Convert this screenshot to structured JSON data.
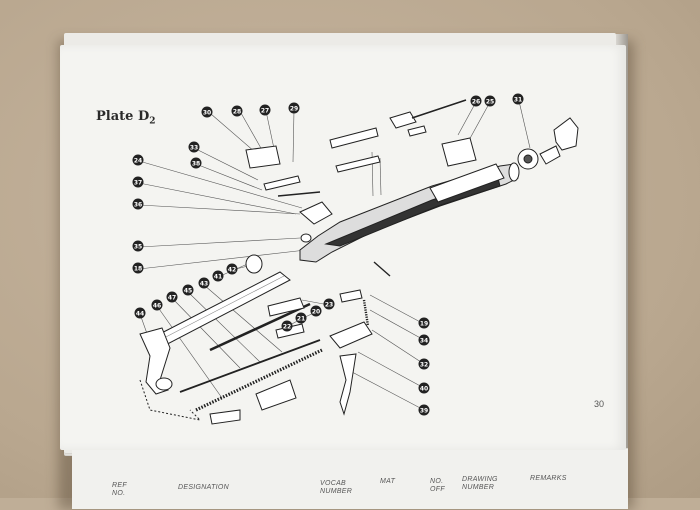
{
  "plate": {
    "title": "Plate D",
    "title_sub": "2",
    "page_number": "30"
  },
  "callouts": [
    "30",
    "28",
    "27",
    "29",
    "26",
    "25",
    "31",
    "33",
    "38",
    "24",
    "37",
    "36",
    "35",
    "18",
    "41",
    "42",
    "43",
    "45",
    "47",
    "46",
    "44",
    "23",
    "22",
    "21",
    "20",
    "19",
    "34",
    "32",
    "40",
    "39"
  ],
  "table_headers": {
    "ref_1": "REF",
    "ref_2": "NO.",
    "designation": "DESIGNATION",
    "vocab_1": "VOCAB",
    "vocab_2": "NUMBER",
    "mat": "MAT",
    "no_off_1": "NO.",
    "no_off_2": "OFF",
    "drawing_1": "DRAWING",
    "drawing_2": "NUMBER",
    "remarks": "REMARKS"
  }
}
